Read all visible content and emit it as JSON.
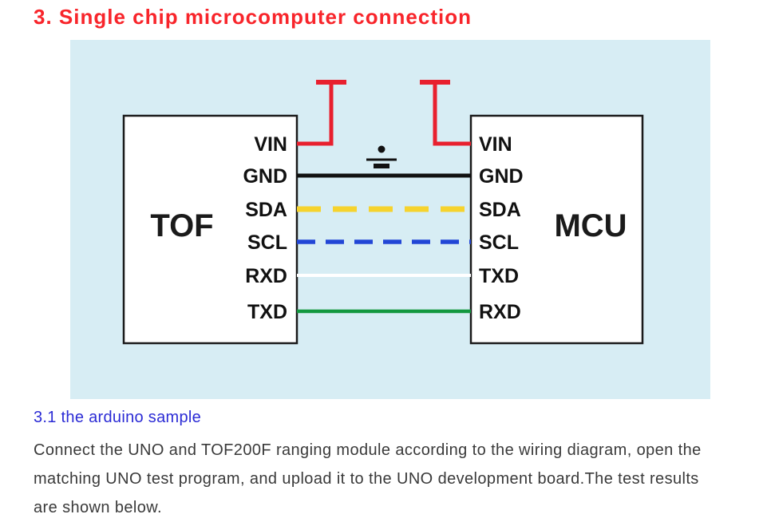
{
  "page": {
    "title": "3. Single chip microcomputer connection",
    "section_label": "3.1 the arduino sample",
    "paragraph_lines": [
      "Connect the UNO and TOF200F ranging module according to the wiring diagram, open the",
      "matching UNO test program, and upload it to the UNO development board.The test results",
      "are shown below."
    ]
  },
  "diagram": {
    "tof": {
      "label": "TOF",
      "pins": [
        "VIN",
        "GND",
        "SDA",
        "SCL",
        "RXD",
        "TXD"
      ]
    },
    "mcu": {
      "label": "MCU",
      "pins": [
        "VIN",
        "GND",
        "SDA",
        "SCL",
        "TXD",
        "RXD"
      ]
    },
    "colors": {
      "panel_bg": "#d7edf4",
      "box_border": "#1a1a1a",
      "vin": "#e8202e",
      "gnd": "#111111",
      "sda": "#f6d32d",
      "scl": "#2246d6",
      "rxd_wire": "#ffffff",
      "txd_wire": "#13983f",
      "title": "#f8252b",
      "subtitle": "#2b2bd5",
      "body_text": "#3a3a3a"
    }
  }
}
